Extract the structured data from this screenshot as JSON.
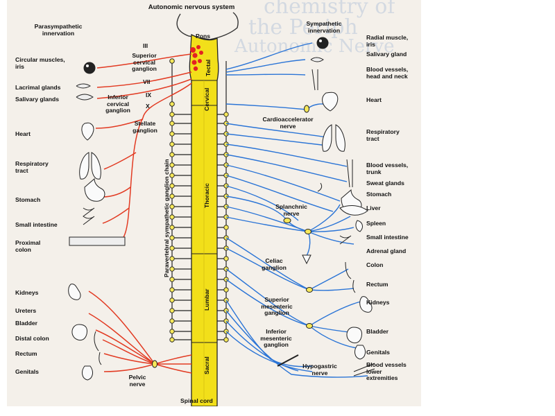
{
  "title": "Autonomic nervous system",
  "background_text": [
    "chemistry of",
    "the Periph",
    "Autonomic Nerve"
  ],
  "headers": {
    "parasympathetic": "Parasympathetic\ninnervation",
    "sympathetic": "Sympathetic\ninnervation"
  },
  "cns": {
    "pons": "Pons",
    "tectal": "Tectal",
    "cervical": "Cervical",
    "thoracic": "Thoracic",
    "lumbar": "Lumbar",
    "sacral": "Sacral",
    "spinal_cord": "Spinal cord",
    "chain": "Paravertebral sympathetic ganglion chain"
  },
  "cranial_nerves": [
    "III",
    "VII",
    "IX",
    "X"
  ],
  "ganglia": {
    "superior_cervical": "Superior\ncervical\nganglion",
    "inferior_cervical": "Inferior\ncervical\nganglion",
    "stellate": "Stellate\nganglion",
    "cardioaccelerator": "Cardioaccelerator\nnerve",
    "splanchnic": "Splanchnic\nnerve",
    "celiac": "Celiac\nganglion",
    "superior_mesenteric": "Superior\nmesenteric\nganglion",
    "inferior_mesenteric": "Inferior\nmesenteric\nganglion",
    "hypogastric": "Hypogastric\nnerve",
    "pelvic": "Pelvic\nnerve"
  },
  "left_targets": {
    "circular_muscles": "Circular muscles,\niris",
    "lacrimal": "Lacrimal glands",
    "salivary": "Salivary glands",
    "heart": "Heart",
    "respiratory": "Respiratory\ntract",
    "stomach": "Stomach",
    "small_intestine": "Small intestine",
    "proximal_colon": "Proximal\ncolon",
    "kidneys": "Kidneys",
    "ureters": "Ureters",
    "bladder": "Bladder",
    "distal_colon": "Distal colon",
    "rectum": "Rectum",
    "genitals": "Genitals"
  },
  "right_targets": {
    "radial_muscle": "Radial muscle,\niris",
    "salivary": "Salivary gland",
    "blood_vessels_head": "Blood vessels,\nhead and neck",
    "heart": "Heart",
    "respiratory": "Respiratory\ntract",
    "blood_vessels_trunk": "Blood vessels,\ntrunk",
    "sweat": "Sweat glands",
    "stomach": "Stomach",
    "liver": "Liver",
    "spleen": "Spleen",
    "small_intestine": "Small intestine",
    "adrenal": "Adrenal gland",
    "colon": "Colon",
    "rectum": "Rectum",
    "kidneys": "Kidneys",
    "bladder": "Bladder",
    "genitals": "Genitals",
    "blood_vessels_lower": "Blood vessels\nlower\nextremities"
  },
  "colors": {
    "parasympathetic": "#e23a22",
    "sympathetic": "#2a74d6",
    "cord": "#f2df1a",
    "node": "#f6e85a",
    "paper": "#f4f0ea"
  }
}
